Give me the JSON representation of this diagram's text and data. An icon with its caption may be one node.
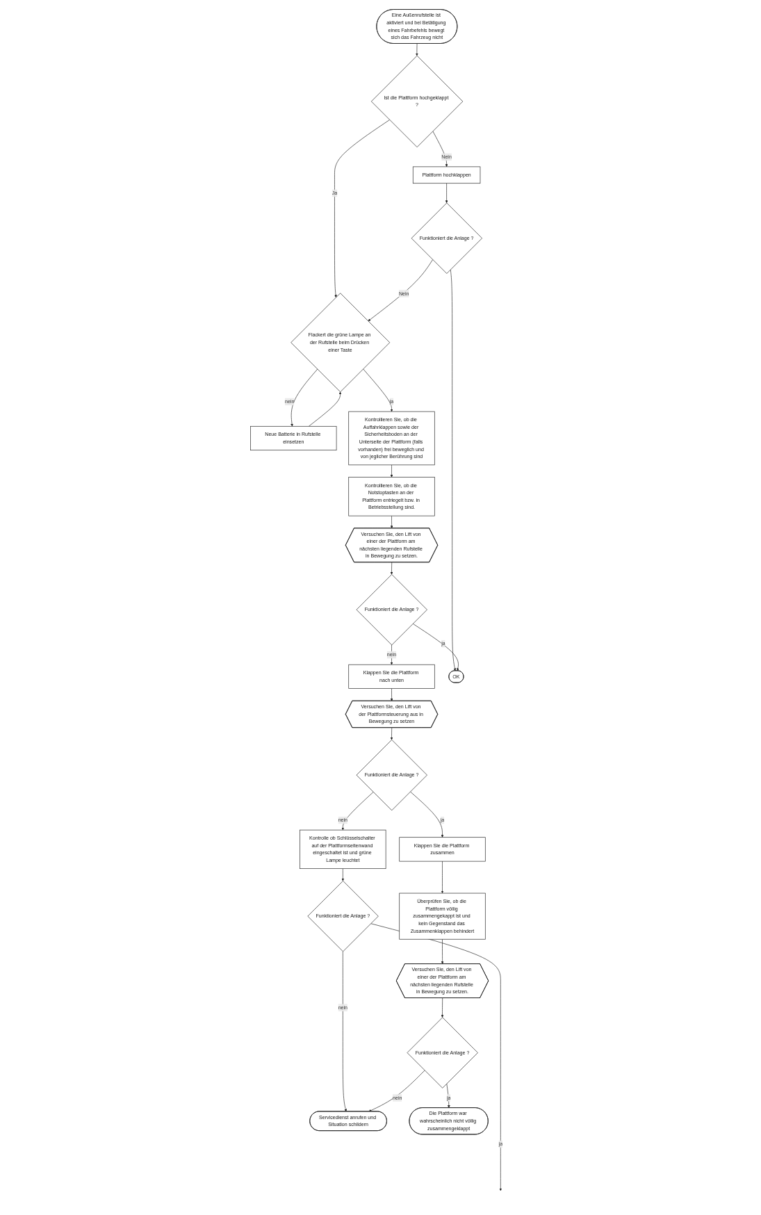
{
  "diagram": {
    "nodes": [
      {
        "text": [
          "Eine Außenrufstelle ist aktiviert und bei Betätigung eines Fahrbefehls bewegt sich das Fahrzeug nicht"
        ]
      },
      {
        "text": [
          "Ist die Plattform hochgeklappt ?"
        ]
      },
      {
        "text": [
          "Plattform hochklappen"
        ]
      },
      {
        "text": [
          "Neue Batterie in Rufstelle einsetzen"
        ]
      },
      {
        "text": [
          "Funktioniert die Anlage ?"
        ]
      },
      {
        "text": [
          "Flackert die grüne Lampe an der Rufstelle beim Drücken einer Taste"
        ]
      },
      {
        "text": [
          "Kontrollieren Sie, ob die Auffahrklappen sowie der Sicherheitsboden an der Unterseite der Plattform (falls vorhanden) frei beweglich und von jeglicher Berührung sind"
        ]
      },
      {
        "text": [
          "Kontrollieren Sie, ob die Notstoptasten an der Plattform entriegelt bzw. in Betriebsstellung sind."
        ]
      },
      {
        "text": [
          "Versuchen Sie, den Lift von einer der Plattform am nächsten liegenden Rufstelle in Bewegung zu setzen."
        ]
      },
      {
        "text": [
          "Funktioniert die Anlage ?"
        ]
      },
      {
        "text": [
          "Klappen Sie die Plattform nach unten"
        ]
      },
      {
        "text": [
          "Versuchen Sie, den Lift von der Plattformsteuerung aus in Bewegung zu setzen"
        ]
      },
      {
        "text": [
          "Funktioniert die Anlage ?"
        ]
      },
      {
        "text": [
          "Kontrolle ob Schlüsselschalter auf der Plattformseitenwand eingeschaltet ist und grüne Lampe leuchtet"
        ]
      },
      {
        "text": [
          "Funktioniert die Anlage ?"
        ]
      },
      {
        "text": [
          "Servicedienst anrufen und Situation schildern"
        ]
      },
      {
        "text": [
          "Klappen Sie die Plattform zusammen"
        ]
      },
      {
        "text": [
          "Überprüfen Sie, ob die Plattform völlig zusammengekappt ist und kein Gegenstand das Zusammenklappen behindert"
        ]
      },
      {
        "text": [
          "Versuchen Sie, den Lift von einer der Plattform am nächsten liegenden Rufstelle in Bewegung zu setzen."
        ]
      },
      {
        "text": [
          "Funktioniert die Anlage ?"
        ]
      },
      {
        "text": [
          "Die Plattform war wahrscheinlich nicht völlig zusammengeklappt"
        ]
      },
      {
        "text": [
          "OK"
        ]
      }
    ],
    "edges": [
      {
        "from": 0,
        "to": 1,
        "arrow": "to"
      },
      {
        "from": 1,
        "to": 2,
        "arrow": "to",
        "label": "Nein"
      },
      {
        "from": 1,
        "to": 5,
        "arrow": "to",
        "label": "Ja"
      },
      {
        "from": 2,
        "to": 4,
        "arrow": "to"
      },
      {
        "from": 4,
        "to": 5,
        "arrow": "to",
        "label": "Nein"
      },
      {
        "from": 4,
        "to": 21,
        "arrow": "to"
      },
      {
        "from": 5,
        "to": 3,
        "arrow": "to",
        "label": "nein"
      },
      {
        "from": 3,
        "to": 5,
        "arrow": "to"
      },
      {
        "from": 5,
        "to": 6,
        "arrow": "to",
        "label": "ja"
      },
      {
        "from": 6,
        "to": 7,
        "arrow": "to"
      },
      {
        "from": 7,
        "to": 8,
        "arrow": "to"
      },
      {
        "from": 8,
        "to": 9,
        "arrow": "to"
      },
      {
        "from": 9,
        "to": 21,
        "arrow": "to",
        "label": "ja"
      },
      {
        "from": 9,
        "to": 10,
        "arrow": "to",
        "label": "nein"
      },
      {
        "from": 10,
        "to": 11,
        "arrow": "to"
      },
      {
        "from": 11,
        "to": 12,
        "arrow": "to"
      },
      {
        "from": 12,
        "to": 16,
        "arrow": "to",
        "label": "ja"
      },
      {
        "from": 12,
        "to": 13,
        "arrow": "to",
        "label": "nein"
      },
      {
        "from": 13,
        "to": 14,
        "arrow": "to"
      },
      {
        "from": 14,
        "to": null,
        "arrow": "to",
        "label": "ja"
      },
      {
        "from": 14,
        "to": 15,
        "arrow": "to",
        "label": "nein"
      },
      {
        "from": 16,
        "to": 17,
        "arrow": "to"
      },
      {
        "from": 17,
        "to": 18,
        "arrow": "to"
      },
      {
        "from": 18,
        "to": 19,
        "arrow": "to"
      },
      {
        "from": 19,
        "to": 20,
        "arrow": "to",
        "label": "ja"
      },
      {
        "from": 19,
        "to": 15,
        "arrow": "to",
        "label": "nein"
      }
    ]
  }
}
